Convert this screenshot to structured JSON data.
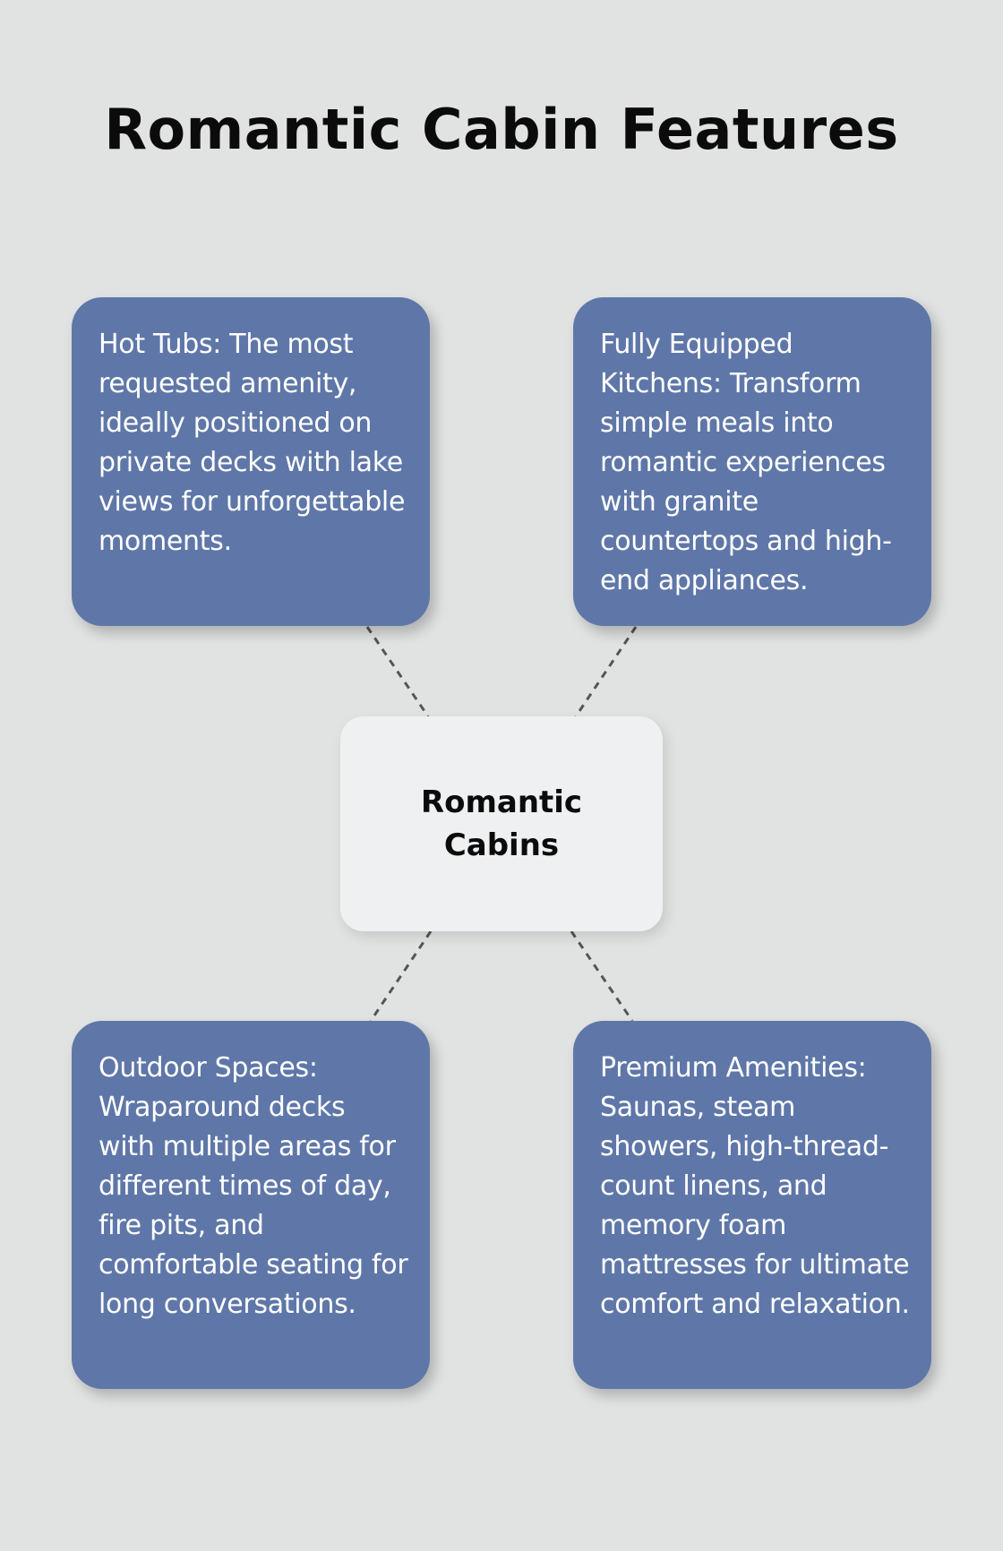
{
  "title": "Romantic Cabin Features",
  "center": {
    "label": "Romantic Cabins"
  },
  "features": [
    {
      "text": "Hot Tubs: The most requested amenity, ideally positioned on private decks with lake views for unforgettable moments."
    },
    {
      "text": "Fully Equipped Kitchens: Transform simple meals into romantic experiences with granite countertops and high-end appliances."
    },
    {
      "text": "Outdoor Spaces: Wraparound decks with multiple areas for different times of day, fire pits, and comfortable seating for long conversations."
    },
    {
      "text": "Premium Amenities: Saunas, steam showers, high-thread-count linens, and memory foam mattresses for ultimate comfort and relaxation."
    }
  ],
  "colors": {
    "background": "#e1e3e2",
    "card": "#5f77a8",
    "center_box": "#eff0f2",
    "connector": "#555555"
  }
}
